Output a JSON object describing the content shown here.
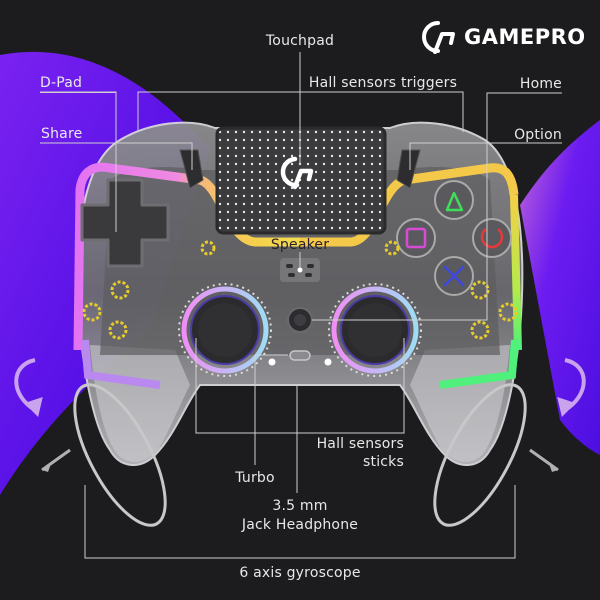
{
  "brand": {
    "name": "GAMEPRO",
    "logo_icon": "gamepro-gp-logo-icon"
  },
  "colors": {
    "background": "#1c1b1d",
    "purple_blob": "#5b14e8",
    "purple_blob_light": "#b45ee0",
    "callout_line": "#cfcfcf",
    "label_text": "#e8e8e8",
    "led_pink": "#e77cf0",
    "led_yellow": "#f5c84a",
    "led_green": "#5cf07a",
    "triangle": "#3fdd5a",
    "circle": "#e6393c",
    "square": "#d94ad6",
    "cross": "#3f48e0",
    "gear_yellow": "#e8cc2a"
  },
  "labels": {
    "touchpad": "Touchpad",
    "hall_triggers": "Hall sensors triggers",
    "dpad": "D-Pad",
    "share": "Share",
    "home": "Home",
    "option": "Option",
    "speaker": "Speaker",
    "hall_sticks_line1": "Hall sensors",
    "hall_sticks_line2": "sticks",
    "turbo": "Turbo",
    "jack_line1": "3.5 mm",
    "jack_line2": "Jack Headphone",
    "gyro": "6 axis gyroscope"
  },
  "controller": {
    "face_buttons": [
      {
        "name": "triangle",
        "symbol": "△"
      },
      {
        "name": "square",
        "symbol": "□"
      },
      {
        "name": "circle",
        "symbol": "○"
      },
      {
        "name": "cross",
        "symbol": "✕"
      }
    ],
    "touchpad_logo_icon": "gamepro-gp-logo-icon"
  }
}
